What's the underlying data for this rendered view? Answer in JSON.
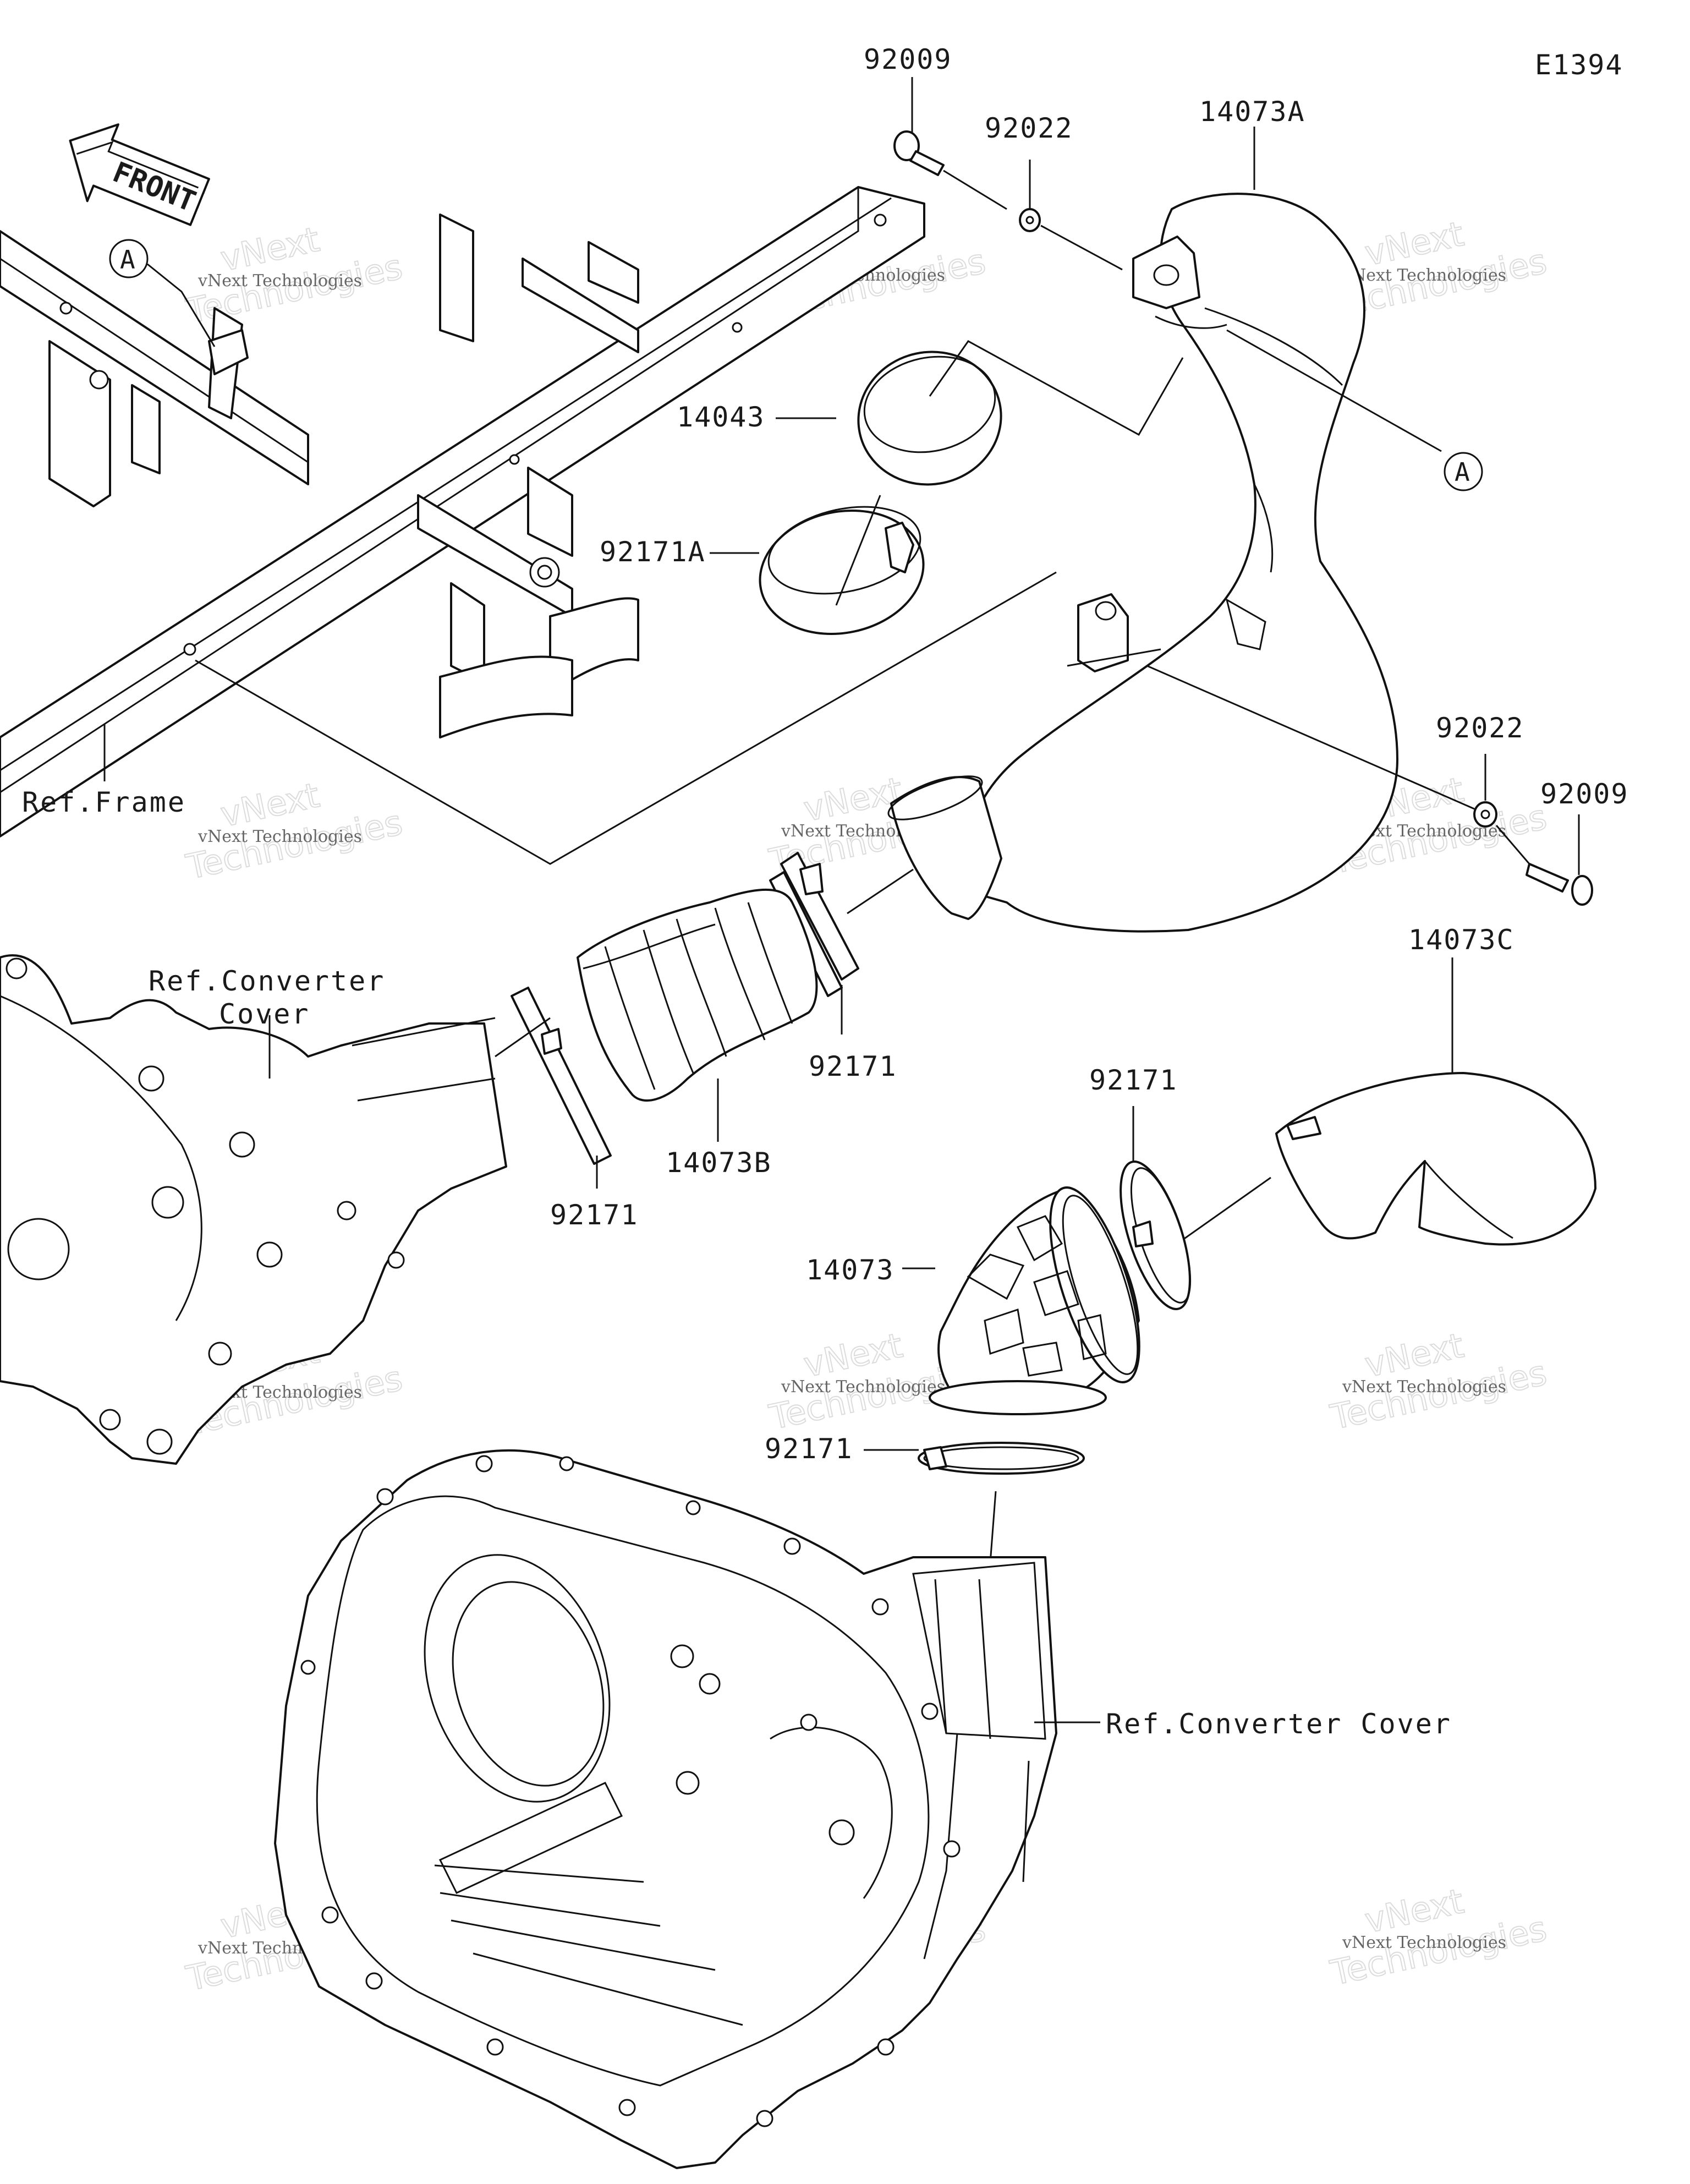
{
  "diagram_id": "E1394",
  "front_label": "FRONT",
  "ref_labels": {
    "frame": "Ref.Frame",
    "converter_cover_line1": "Ref.Converter",
    "converter_cover_line2": "Cover",
    "converter_cover_lower": "Ref.Converter Cover"
  },
  "part_numbers": [
    "92009",
    "92022",
    "14073A",
    "14043",
    "92171A",
    "92022",
    "92009",
    "92171",
    "14073B",
    "92171",
    "14073C",
    "92171",
    "14073",
    "92171"
  ],
  "callout_marker": "A",
  "watermark": {
    "line1": "vNext",
    "line2": "vNext Technologies",
    "line3": "Technologies"
  }
}
